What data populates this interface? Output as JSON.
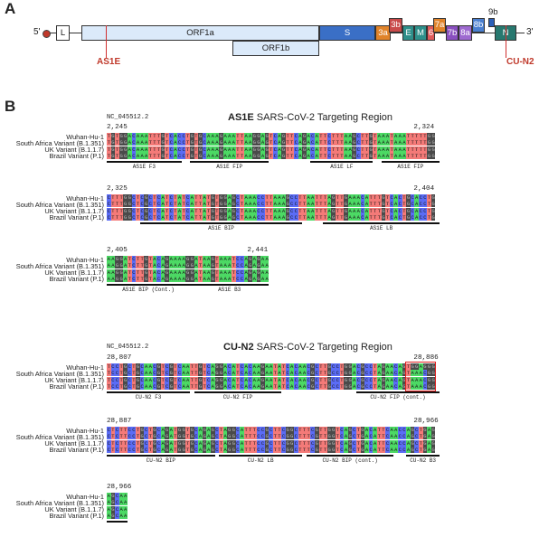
{
  "panelA": {
    "letter": "A",
    "five_prime": "5'",
    "three_prime": "3'",
    "genes": {
      "L": "L",
      "orf1a": "ORF1a",
      "orf1b": "ORF1b",
      "S": "S",
      "3a": "3a",
      "3b": "3b",
      "E": "E",
      "M": "M",
      "6": "6",
      "7a": "7a",
      "7b": "7b",
      "8a": "8a",
      "8b": "8b",
      "9b": "9b",
      "N": "N"
    },
    "markers": {
      "as1e": "AS1E",
      "cun2": "CU-N2"
    },
    "colors": {
      "orf": "#dbeafa",
      "S": "#3a6fc6",
      "3a": "#e0832a",
      "3b": "#c94a4a",
      "E": "#2e8f8a",
      "M": "#2e8f8a",
      "6": "#e05a5a",
      "7a": "#e0832a",
      "7b": "#8a4fc0",
      "8a": "#9e6ad0",
      "8b": "#4a7fd0",
      "9b": "#2a5fb8",
      "N": "#27786f",
      "marker": "#c0392b"
    }
  },
  "panelB": {
    "letter": "B",
    "base_colors": {
      "A": "#4cd964",
      "C": "#5b6cf5",
      "G": "#4a4a4a",
      "T": "#f47a78"
    },
    "variants": [
      "Wuhan-Hu-1",
      "South Africa Variant (B.1.351)",
      "UK Variant (B.1.1.7)",
      "Brazil Variant (P.1)"
    ],
    "as1e": {
      "accession": "NC_045512.2",
      "title_bold": "AS1E",
      "title_rest": " SARS-CoV-2 Targeting Region",
      "blocks": [
        {
          "start": "2,245",
          "end": "2,324",
          "seq": "TGTGGACAAATTTGTCACCTGTGCAAAGAAATTAAGGAGTCAGTTCAGACATTCTTTAAGCTTGTAAATAAATTTTTGG",
          "annotations": [
            {
              "label": "AS1E F3",
              "from": 0,
              "to": 17
            },
            {
              "label": "AS1E FIP",
              "from": 20,
              "to": 38
            },
            {
              "label": "AS1E LF",
              "from": 49,
              "to": 63
            },
            {
              "label": "AS1E FIP",
              "from": 66,
              "to": 79
            }
          ]
        },
        {
          "start": "2,325",
          "end": "2,404",
          "seq": "CTTTGGCTCGCTCATCTATCATTATGTGGAGCTAAACCTTAAAGCCTTAATTTAGTTGAAACATTTGTCACTGCACCTG",
          "annotations": [
            {
              "label": "AS1E BIP",
              "from": 8,
              "to": 46
            },
            {
              "label": "AS1E LB",
              "from": 52,
              "to": 79
            }
          ]
        },
        {
          "start": "2,405",
          "end": "2,441",
          "seq": "AAGGATCTTGTACAGAAAAGGATAAGTAAATCCAGAGAA",
          "annotations": [
            {
              "label": "AS1E BIP (Cont.)",
              "from": 0,
              "to": 19
            },
            {
              "label": "AS1E B3",
              "from": 20,
              "to": 38
            }
          ]
        }
      ]
    },
    "cun2": {
      "accession": "NC_045512.2",
      "title_bold": "CU-N2",
      "title_rest": " SARS-CoV-2 Targeting Region",
      "blocks": [
        {
          "start": "28,807",
          "end": "28,886",
          "seq": "TCCTGCTGCAACGTCGTCAATTGTCAGGACATCACAAGAATATCACAACGCTTGCCTGGACGCCTAGAACAGTGGAGGG",
          "seq_variant": "TCCTGCTGCAACGTCGTCAATTGTCAGGACATCACAAGAATATCACAACGCTTGCCTGGACGCCTAGAACAGTAAACGG",
          "annotations": [
            {
              "label": "CU-N2 F3",
              "from": 0,
              "to": 19
            },
            {
              "label": "CU-N2 FIP",
              "from": 21,
              "to": 41
            },
            {
              "label": "CU-N2 FIP (cont.)",
              "from": 60,
              "to": 79
            }
          ]
        },
        {
          "start": "28,887",
          "end": "28,966",
          "seq": "CTCTTCCTGCTGCAGATGGTGCAGAGCTAGGCATTTCCGCTTCGGCTTTCGTTGGTCAGCTGACATTCAACCAGCTGAG",
          "annotations": [
            {
              "label": "CU-N2 BIP",
              "from": 0,
              "to": 25
            },
            {
              "label": "CU-N2 LB",
              "from": 27,
              "to": 46
            },
            {
              "label": "CU-N2 BIP (cont.)",
              "from": 48,
              "to": 68
            },
            {
              "label": "CU-N2 B3",
              "from": 72,
              "to": 79
            }
          ]
        },
        {
          "start": "28,966",
          "seq": "AGCAA",
          "annotations": [
            {
              "label": "",
              "from": 0,
              "to": 4
            }
          ]
        }
      ]
    }
  }
}
